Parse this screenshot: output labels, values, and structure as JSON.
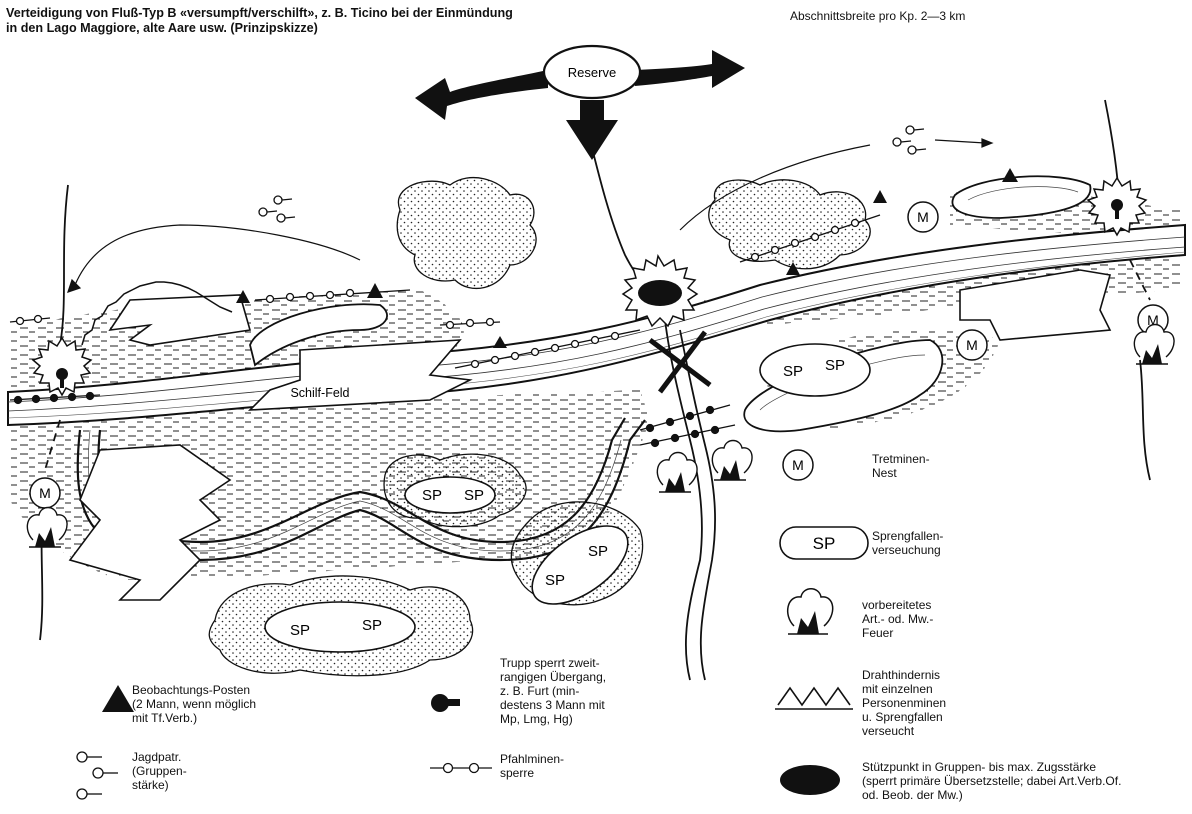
{
  "header": {
    "title": "Verteidigung von Fluß-Typ B «versumpft/verschilft», z. B. Ticino bei der Einmündung in den Lago Maggiore, alte Aare usw. (Prinzipskizze)",
    "section_width": "Abschnittsbreite pro Kp. 2—3 km"
  },
  "map_labels": {
    "reserve": "Reserve",
    "reed_field": "Schilf-Feld",
    "sp": "SP",
    "m": "M"
  },
  "legend": {
    "observation_post": "Beobachtungs-Posten\n(2 Mann, wenn möglich\nmit Tf.Verb.)",
    "hunting_patrol": "Jagdpatr.\n(Gruppen-\nstärke)",
    "squad_blocking": "Trupp sperrt zweit-\nrangigen Übergang,\nz. B. Furt (min-\ndestens 3 Mann mit\nMp, Lmg, Hg)",
    "stake_mine_barrier": "Pfahlminen-\nsperre",
    "tread_mine_nest": "Tretminen-\nNest",
    "booby_trap_contamination": "Sprengfallen-\nverseuchung",
    "prepared_fire": "vorbereitetes\nArt.- od. Mw.-\nFeuer",
    "wire_obstacle": "Drahthindernis\nmit einzelnen\nPersonenminen\nu. Sprengfallen\nverseucht",
    "strongpoint": "Stützpunkt in Gruppen- bis max. Zugsstärke\n(sperrt primäre Übersetzstelle; dabei Art.Verb.Of.\nod. Beob. der Mw.)"
  },
  "colors": {
    "ink": "#111111",
    "paper": "#ffffff"
  }
}
